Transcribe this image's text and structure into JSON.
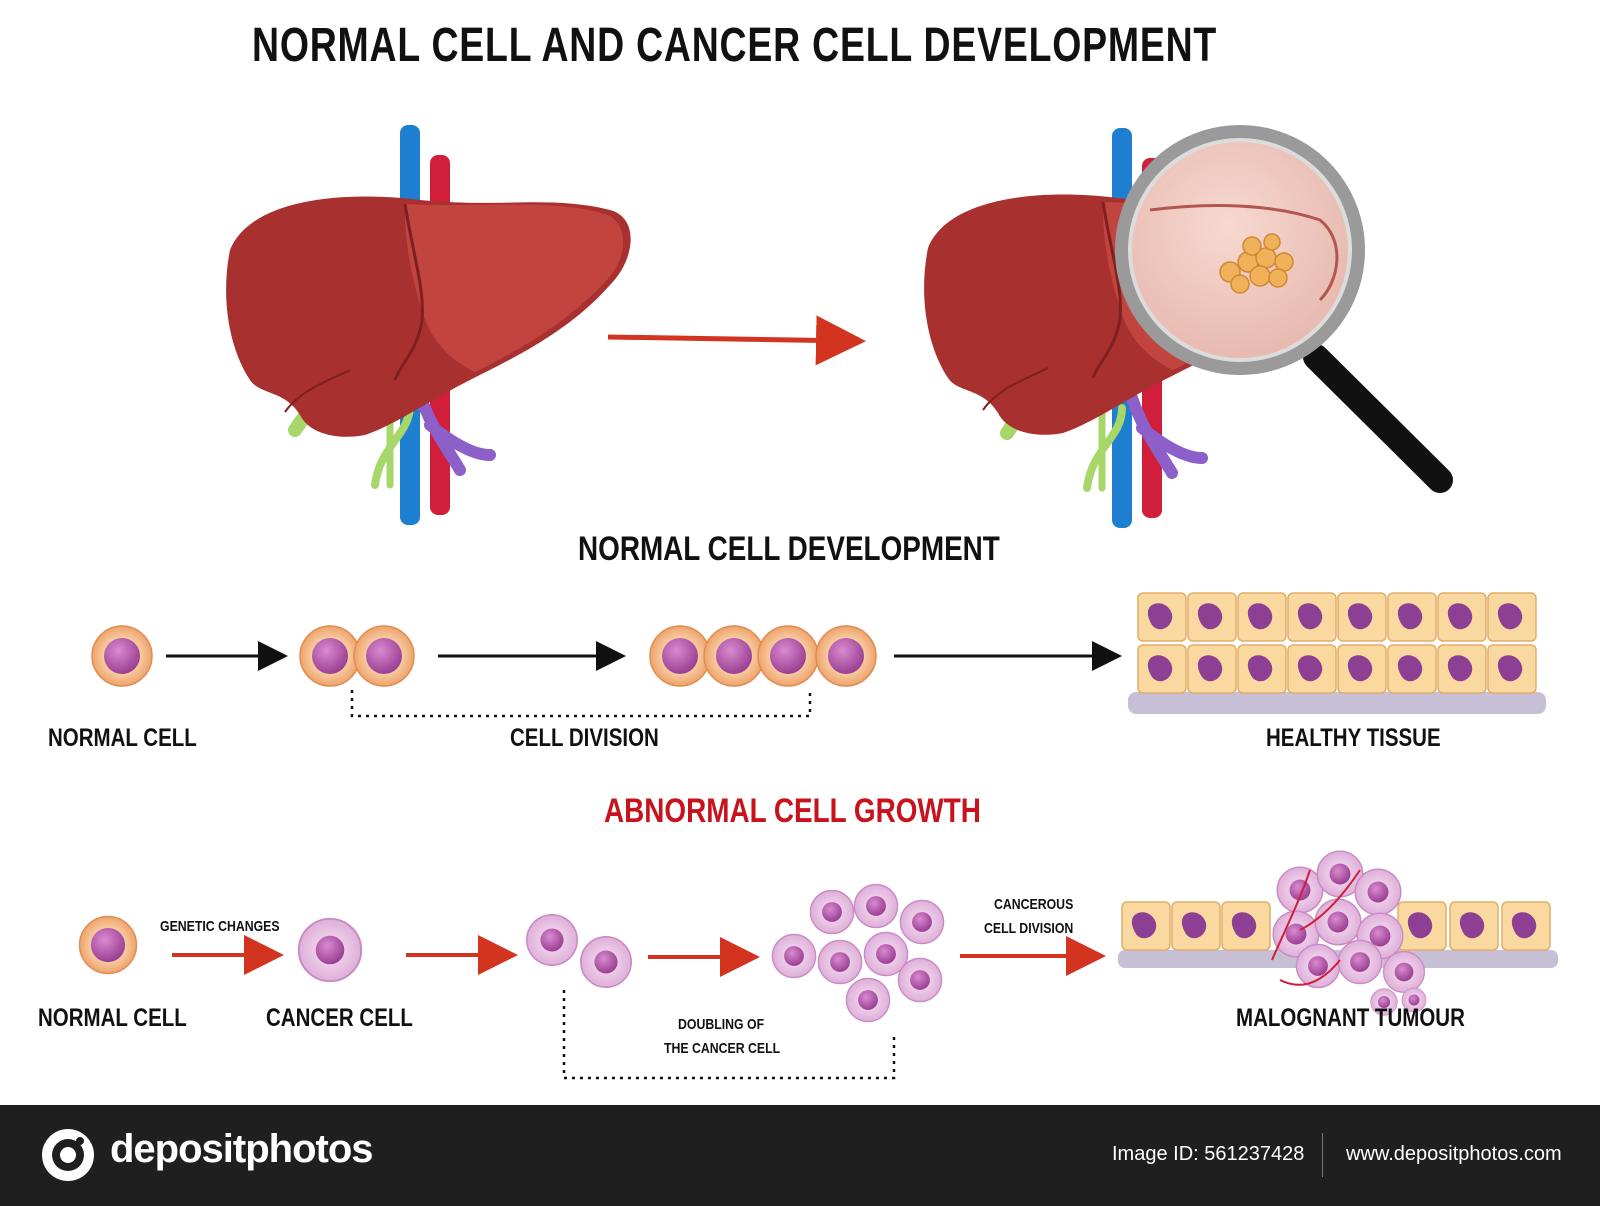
{
  "title": "NORMAL CELL AND CANCER CELL DEVELOPMENT",
  "sections": {
    "normal": {
      "heading": "NORMAL CELL DEVELOPMENT",
      "labels": {
        "normal_cell": "NORMAL CELL",
        "cell_division": "CELL DIVISION",
        "healthy_tissue": "HEALTHY TISSUE"
      }
    },
    "abnormal": {
      "heading": "ABNORMAL CELL GROWTH",
      "labels": {
        "normal_cell": "NORMAL CELL",
        "cancer_cell": "CANCER CELL",
        "genetic_changes": "GENETIC CHANGES",
        "cancerous_division_1": "CANCEROUS",
        "cancerous_division_2": "CELL DIVISION",
        "doubling_1": "DOUBLING OF",
        "doubling_2": "THE CANCER CELL",
        "malignant": "MALOGNANT TUMOUR"
      }
    }
  },
  "footer": {
    "brand": "depositphotos",
    "image_id": "Image ID: 561237428",
    "url": "www.depositphotos.com"
  },
  "colors": {
    "liver": "#a8312f",
    "liver_light": "#c2443f",
    "vein_blue": "#1e7fd0",
    "artery_red": "#d11e3a",
    "portal_purple": "#8d5fc9",
    "bile_green": "#a7d66a",
    "cell_outer": "#f6c79a",
    "cell_nucleus": "#b35ba9",
    "cancer_cell": "#e4bde0",
    "arrow_red": "#d33420",
    "heading_red": "#c8121c"
  }
}
